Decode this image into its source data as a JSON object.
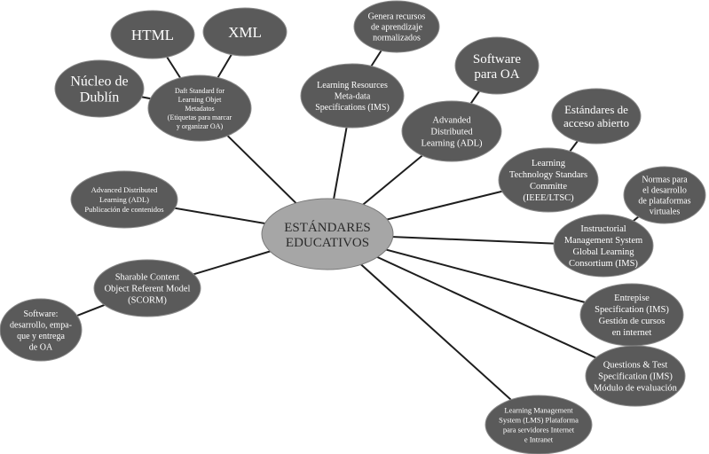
{
  "center": {
    "lines": [
      "ESTÁNDARES",
      "EDUCATIVOS"
    ]
  },
  "nodes": [
    {
      "id": "html",
      "lines": [
        "HTML"
      ]
    },
    {
      "id": "xml",
      "lines": [
        "XML"
      ]
    },
    {
      "id": "nucleo-dublin",
      "lines": [
        "Núcleo de",
        "Dublín"
      ]
    },
    {
      "id": "daft-standard",
      "lines": [
        "Daft Standard for",
        "Learning Objet",
        "Metadatos",
        "(Etiquetas para marcar",
        "y organizar OA)"
      ]
    },
    {
      "id": "genera-recursos",
      "lines": [
        "Genera recursos",
        "de aprendizaje",
        "normalizados"
      ]
    },
    {
      "id": "learning-resources",
      "lines": [
        "Learning Resources",
        "Meta-data",
        "Specifications (IMS)"
      ]
    },
    {
      "id": "software-oa",
      "lines": [
        "Software",
        "para OA"
      ]
    },
    {
      "id": "adl-advanded",
      "lines": [
        "Advanded",
        "Distributed",
        "Learning (ADL)"
      ]
    },
    {
      "id": "estandares-acceso",
      "lines": [
        "Estándares de",
        "acceso abierto"
      ]
    },
    {
      "id": "ieee-ltsc",
      "lines": [
        "Learning",
        "Technology Standars",
        "Committe",
        "(IEEE/LTSC)"
      ]
    },
    {
      "id": "normas-plataformas",
      "lines": [
        "Normas para",
        "el desarrollo",
        "de plataformas",
        "virtuales"
      ]
    },
    {
      "id": "ims-global",
      "lines": [
        "Instructorial",
        "Management System",
        "Global Learning",
        "Consortium (IMS)"
      ]
    },
    {
      "id": "adl-publicacion",
      "lines": [
        "Advanced Distributed",
        "Learning (ADL)",
        "Publicación de contenidos"
      ]
    },
    {
      "id": "scorm",
      "lines": [
        "Sharable Content",
        "Object Referent Model",
        "(SCORM)"
      ]
    },
    {
      "id": "software-desarrollo",
      "lines": [
        "Software:",
        "desarrollo, empa-",
        "que y entrega",
        "de OA"
      ]
    },
    {
      "id": "enterprise-spec",
      "lines": [
        "Entrepise",
        "Specification (IMS)",
        "Gestión de cursos",
        "en internet"
      ]
    },
    {
      "id": "questions-test",
      "lines": [
        "Questions & Test",
        "Specification (IMS)",
        "Módulo de evaluación"
      ]
    },
    {
      "id": "lms",
      "lines": [
        "Learning Management",
        "System (LMS) Plataforma",
        "para servidores Internet",
        "e Intranet"
      ]
    }
  ],
  "edges": [
    [
      "center",
      "daft-standard"
    ],
    [
      "daft-standard",
      "html"
    ],
    [
      "daft-standard",
      "xml"
    ],
    [
      "daft-standard",
      "nucleo-dublin"
    ],
    [
      "center",
      "learning-resources"
    ],
    [
      "learning-resources",
      "genera-recursos"
    ],
    [
      "center",
      "adl-advanded"
    ],
    [
      "adl-advanded",
      "software-oa"
    ],
    [
      "center",
      "ieee-ltsc"
    ],
    [
      "ieee-ltsc",
      "estandares-acceso"
    ],
    [
      "center",
      "ims-global"
    ],
    [
      "ims-global",
      "normas-plataformas"
    ],
    [
      "center",
      "adl-publicacion"
    ],
    [
      "center",
      "scorm"
    ],
    [
      "scorm",
      "software-desarrollo"
    ],
    [
      "center",
      "enterprise-spec"
    ],
    [
      "center",
      "questions-test"
    ],
    [
      "center",
      "lms"
    ]
  ]
}
